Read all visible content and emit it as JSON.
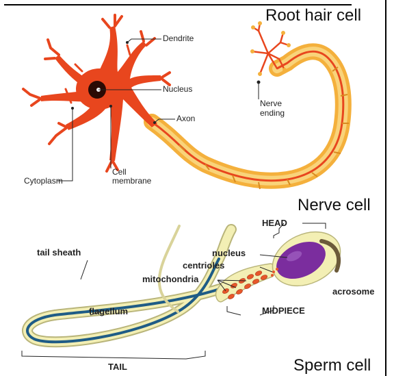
{
  "titles": {
    "top": "Root hair cell",
    "middle": "Nerve cell",
    "bottom": "Sperm cell"
  },
  "nerve_labels": {
    "dendrite": "Dendrite",
    "nucleus": "Nucleus",
    "axon": "Axon",
    "nerve_ending_1": "Nerve",
    "nerve_ending_2": "ending",
    "cytoplasm": "Cytoplasm",
    "cell_membrane_1": "Cell",
    "cell_membrane_2": "membrane"
  },
  "sperm_labels": {
    "head": "HEAD",
    "nucleus": "nucleus",
    "centrioles": "centrioles",
    "mitochondria": "mitochondria",
    "acrosome": "acrosome",
    "midpiece": "MIDPIECE",
    "tail_sheath": "tail sheath",
    "flagellum": "flagellum",
    "tail": "TAIL"
  },
  "colors": {
    "neuron": "#e8461e",
    "myelin": "#f4b03c",
    "sperm_head": "#7b2d9e",
    "sperm_outline": "#f3efb4",
    "flagellum": "#1f5c86",
    "mitochondria": "#e7572a"
  }
}
